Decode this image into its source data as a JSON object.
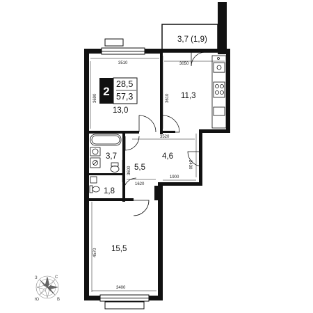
{
  "badge": {
    "rooms": "2",
    "living_area": "28,5",
    "total_area": "57,3"
  },
  "rooms": {
    "room1": "13,0",
    "kitchen": "11,3",
    "loggia": "3,7 (1,9)",
    "bathroom": "3,7",
    "hall": "5,5",
    "corridor": "4,6",
    "wc": "1,8",
    "room2": "15,5"
  },
  "dimensions": {
    "room1_width": "3510",
    "room1_height": "3690",
    "kitchen_width": "3050",
    "kitchen_height": "3610",
    "corridor_width_top": "3520",
    "corridor_depth": "2430",
    "corridor_width_bottom": "1900",
    "hall_height": "3600",
    "hall_width": "1620",
    "room2_height": "4570",
    "room2_width": "3400"
  },
  "compass": {
    "north": "С",
    "south": "Ю",
    "west": "З",
    "east": "В"
  }
}
